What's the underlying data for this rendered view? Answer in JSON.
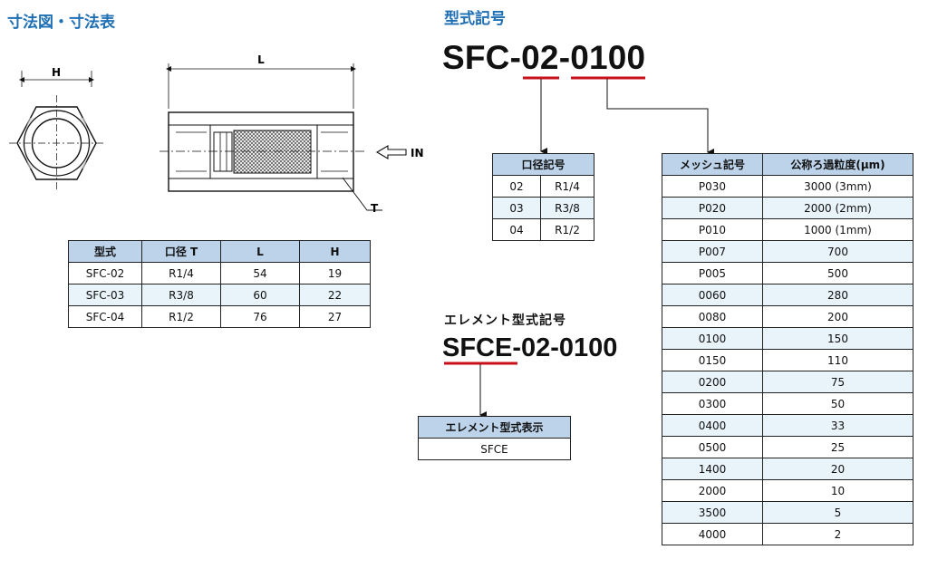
{
  "dimension_heading": "寸法図・寸法表",
  "model_heading": "型式記号",
  "model_code": {
    "prefix": "SFC-",
    "port": "02",
    "dash": "-",
    "mesh": "0100"
  },
  "drawing_labels": {
    "h": "H",
    "l": "L",
    "t": "T",
    "in": "IN"
  },
  "dimension_table": {
    "headers": [
      "型式",
      "口径 T",
      "L",
      "H"
    ],
    "rows": [
      [
        "SFC-02",
        "R1/4",
        "54",
        "19"
      ],
      [
        "SFC-03",
        "R3/8",
        "60",
        "22"
      ],
      [
        "SFC-04",
        "R1/2",
        "76",
        "27"
      ]
    ]
  },
  "port_table": {
    "headers": [
      "口径記号"
    ],
    "rows": [
      [
        "02",
        "R1/4"
      ],
      [
        "03",
        "R3/8"
      ],
      [
        "04",
        "R1/2"
      ]
    ]
  },
  "mesh_table": {
    "headers": [
      "メッシュ記号",
      "公称ろ過粒度(μm)"
    ],
    "rows": [
      [
        "P030",
        "3000 (3mm)"
      ],
      [
        "P020",
        "2000 (2mm)"
      ],
      [
        "P010",
        "1000 (1mm)"
      ],
      [
        "P007",
        "700"
      ],
      [
        "P005",
        "500"
      ],
      [
        "0060",
        "280"
      ],
      [
        "0080",
        "200"
      ],
      [
        "0100",
        "150"
      ],
      [
        "0150",
        "110"
      ],
      [
        "0200",
        "75"
      ],
      [
        "0300",
        "50"
      ],
      [
        "0400",
        "33"
      ],
      [
        "0500",
        "25"
      ],
      [
        "1400",
        "20"
      ],
      [
        "2000",
        "10"
      ],
      [
        "3500",
        "5"
      ],
      [
        "4000",
        "2"
      ]
    ]
  },
  "element_heading": "エレメント型式記号",
  "element_code": {
    "prefix": "SFCE",
    "suffix": "-02-0100"
  },
  "element_table": {
    "header": "エレメント型式表示",
    "value": "SFCE"
  },
  "colors": {
    "heading": "#1f6fb5",
    "underline": "#c8101a",
    "header_fill": "#bcd3ea",
    "row_alt_fill": "#e8f3fa"
  }
}
